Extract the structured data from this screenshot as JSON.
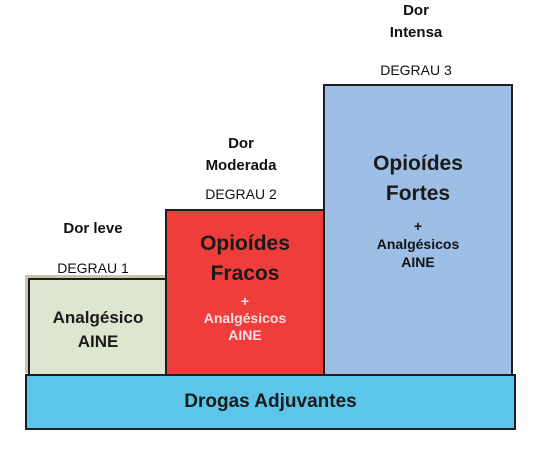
{
  "step1": {
    "pain": "Dor leve",
    "degree": "DEGRAU 1",
    "treatment": [
      "Analgésico",
      "AINE"
    ]
  },
  "step2": {
    "pain": [
      "Dor",
      "Moderada"
    ],
    "degree": "DEGRAU 2",
    "treatment": [
      "Opioídes",
      "Fracos"
    ],
    "plus": "+",
    "adjunct": [
      "Analgésicos",
      "AINE"
    ]
  },
  "step3": {
    "pain": [
      "Dor",
      "Intensa"
    ],
    "degree": "DEGRAU 3",
    "treatment": [
      "Opioídes",
      "Fortes"
    ],
    "plus": "+",
    "adjunct": [
      "Analgésicos",
      "AINE"
    ]
  },
  "base": {
    "label": "Drogas Adjuvantes"
  },
  "colors": {
    "step1": "#dfe6cf",
    "step2": "#ee3d3b",
    "step3": "#9dbfe6",
    "base": "#5bc6ea"
  }
}
